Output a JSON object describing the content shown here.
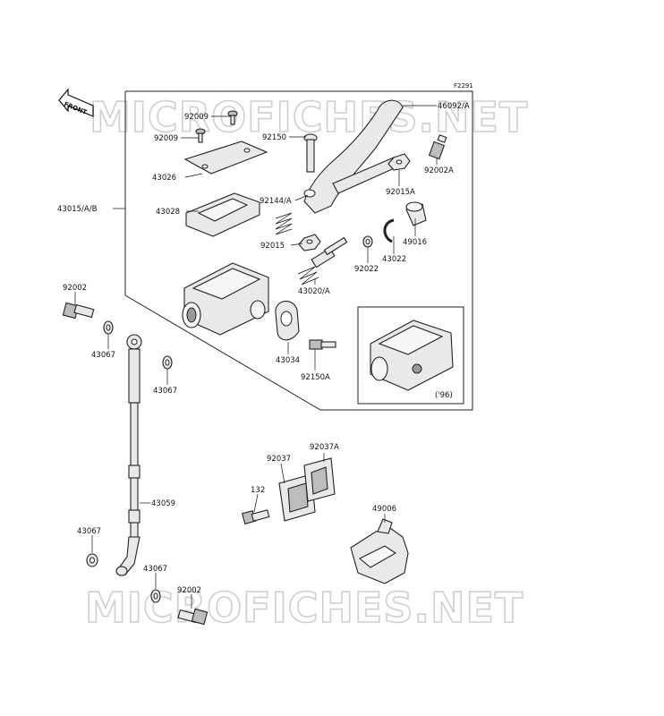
{
  "figure_code": "F2291",
  "front_arrow_text": "FRONT",
  "watermark_text": "MICROFICHES.NET",
  "inset_note": "('96)",
  "labels": {
    "p46092A": "46092/A",
    "p92009a": "92009",
    "p92009b": "92009",
    "p92150": "92150",
    "p92002A": "92002A",
    "p43026": "43026",
    "p92015A": "92015A",
    "p43015AB": "43015/A/B",
    "p43028": "43028",
    "p92144A": "92144/A",
    "p49016": "49016",
    "p92015": "92015",
    "p43022": "43022",
    "p92022": "92022",
    "p43020A": "43020/A",
    "p92002a": "92002",
    "p43067a": "43067",
    "p43034": "43034",
    "p43067b": "43067",
    "p92150A": "92150A",
    "p92037A": "92037A",
    "p92037": "92037",
    "p132": "132",
    "p43059": "43059",
    "p49006": "49006",
    "p43067c": "43067",
    "p43067d": "43067",
    "p92002b": "92002"
  }
}
